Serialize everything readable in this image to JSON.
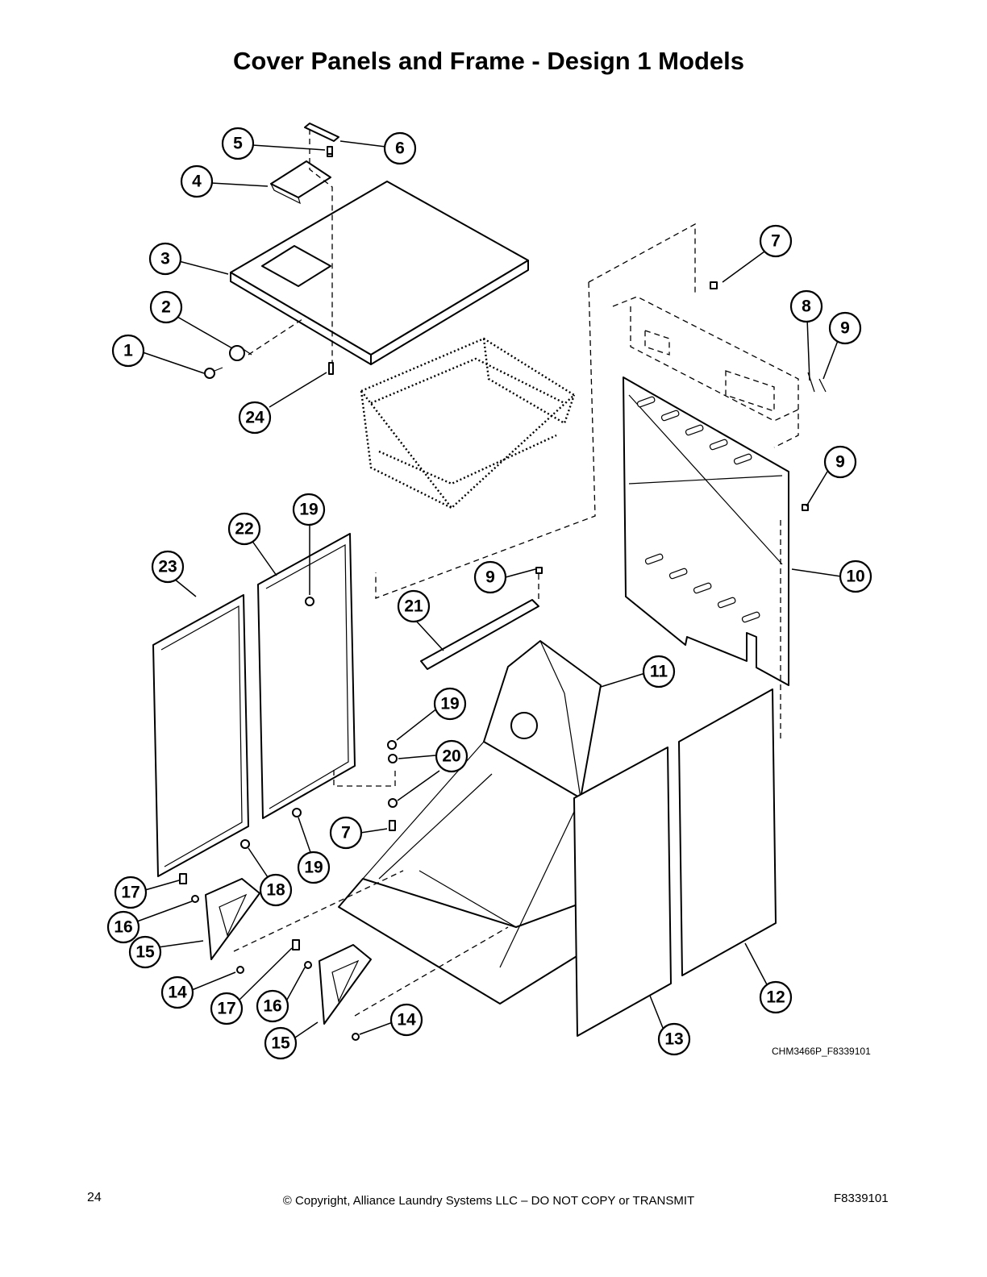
{
  "page_title": "Cover Panels and Frame - Design 1 Models",
  "drawing_code": "CHM3466P_F8339101",
  "footer": {
    "page_number": "24",
    "copyright": "© Copyright, Alliance Laundry Systems LLC – DO NOT COPY or TRANSMIT",
    "doc_number": "F8339101"
  },
  "callouts": [
    {
      "id": "c1",
      "label": "1"
    },
    {
      "id": "c2",
      "label": "2"
    },
    {
      "id": "c3",
      "label": "3"
    },
    {
      "id": "c4",
      "label": "4"
    },
    {
      "id": "c5",
      "label": "5"
    },
    {
      "id": "c6",
      "label": "6"
    },
    {
      "id": "c7a",
      "label": "7"
    },
    {
      "id": "c7b",
      "label": "7"
    },
    {
      "id": "c8",
      "label": "8"
    },
    {
      "id": "c9a",
      "label": "9"
    },
    {
      "id": "c9b",
      "label": "9"
    },
    {
      "id": "c9c",
      "label": "9"
    },
    {
      "id": "c10",
      "label": "10"
    },
    {
      "id": "c11",
      "label": "11"
    },
    {
      "id": "c12",
      "label": "12"
    },
    {
      "id": "c13",
      "label": "13"
    },
    {
      "id": "c14a",
      "label": "14"
    },
    {
      "id": "c14b",
      "label": "14"
    },
    {
      "id": "c15a",
      "label": "15"
    },
    {
      "id": "c15b",
      "label": "15"
    },
    {
      "id": "c16a",
      "label": "16"
    },
    {
      "id": "c16b",
      "label": "16"
    },
    {
      "id": "c17a",
      "label": "17"
    },
    {
      "id": "c17b",
      "label": "17"
    },
    {
      "id": "c18",
      "label": "18"
    },
    {
      "id": "c19a",
      "label": "19"
    },
    {
      "id": "c19b",
      "label": "19"
    },
    {
      "id": "c19c",
      "label": "19"
    },
    {
      "id": "c20",
      "label": "20"
    },
    {
      "id": "c21",
      "label": "21"
    },
    {
      "id": "c22",
      "label": "22"
    },
    {
      "id": "c23",
      "label": "23"
    },
    {
      "id": "c24",
      "label": "24"
    }
  ]
}
